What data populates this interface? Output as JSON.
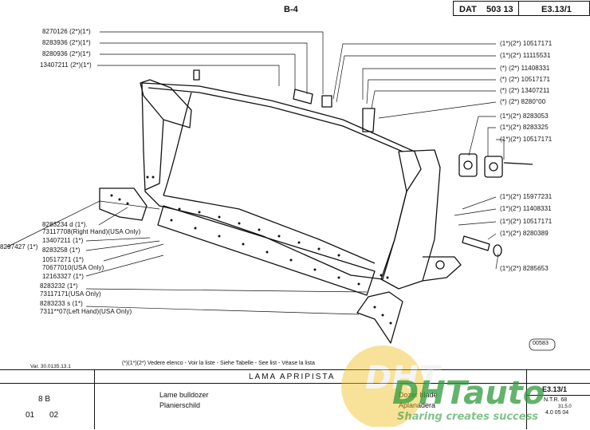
{
  "header": {
    "section": "B-4",
    "dat_label": "DAT",
    "dat_number": "503 13",
    "page_ref": "E3.13/1"
  },
  "left_labels": [
    "8270126  (2*)(1*)",
    "8283936  (2*)(1*)",
    "8280936  (2*)(1*)",
    "13407211     (2*)(1*)",
    "8283234 d  (1*).",
    "73117708(Right Hand)(USA Only)",
    "13407211  (1*)",
    "8283258  (1*)",
    "10517271  (1*)",
    "70677010(USA Only)",
    "12163327  (1*)",
    "8283232  (1*)",
    "73117171(USA Only)",
    "8283233 s  (1*)",
    "7311**07(Left Hand)(USA Only)"
  ],
  "side_label": "8297427 (1*)",
  "right_labels": [
    "(1*)(2*)  10517171",
    "(1*)(2*)  11115531",
    "(*)  (2*)  11408331",
    "(*)  (2*)  10517171",
    "(*)  (2*)  13407211",
    "(*)  (2*)  8280°00",
    "(1*)(2*)  8283053",
    "(1*)(2*)  8283325",
    "(1*)(2*)  10517171",
    "(1*)(2*)  15977231",
    "(1*)(2*)  11408331",
    "(1*)(2*)  10517171",
    "(1*)(2*)  8280389",
    "(1*)(2*)  8285653"
  ],
  "figure_number": "00583",
  "footer_ref": "Var. 30.0135.13.1",
  "footer_note": "(*)(1*)(2*) Vedere elenco - Voir la liste - Siehe Tabelle - See list - Véase la lista",
  "title_block": {
    "main_title": "LAMA  APRIPISTA",
    "group": "8 B",
    "sheet_a": "01",
    "sheet_b": "02",
    "title_fr": "Lame bulldozer",
    "title_de": "Planierschild",
    "title_en": "Dozer blade",
    "title_es": "Aplanadera",
    "page_ref": "E3.13/1",
    "ntr_label": "N.T.R. 68",
    "ntr_sub": "31.5.0",
    "ntr_date": "4.0 05 04"
  },
  "watermark": {
    "logo": "DHTauto",
    "slogan": "Sharing creates success"
  },
  "colors": {
    "ink": "#111111",
    "watermark_green": "#2e9a3a",
    "watermark_blue": "#1f5aa8",
    "watermark_yellow": "#f0c020"
  }
}
